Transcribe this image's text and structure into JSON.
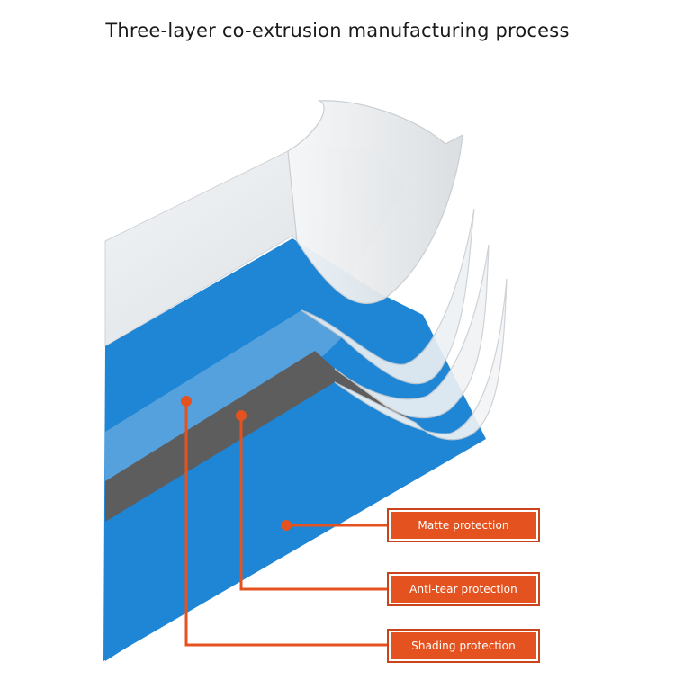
{
  "title": "Three-layer co-extrusion manufacturing process",
  "callouts": {
    "matte": "Matte protection",
    "anti_tear": "Anti-tear protection",
    "shading": "Shading protection"
  },
  "colors": {
    "blue_layer": "#1f86d6",
    "dark_layer": "#5d5d5e",
    "film": "#e8ecef",
    "callout": "#e4531f"
  }
}
